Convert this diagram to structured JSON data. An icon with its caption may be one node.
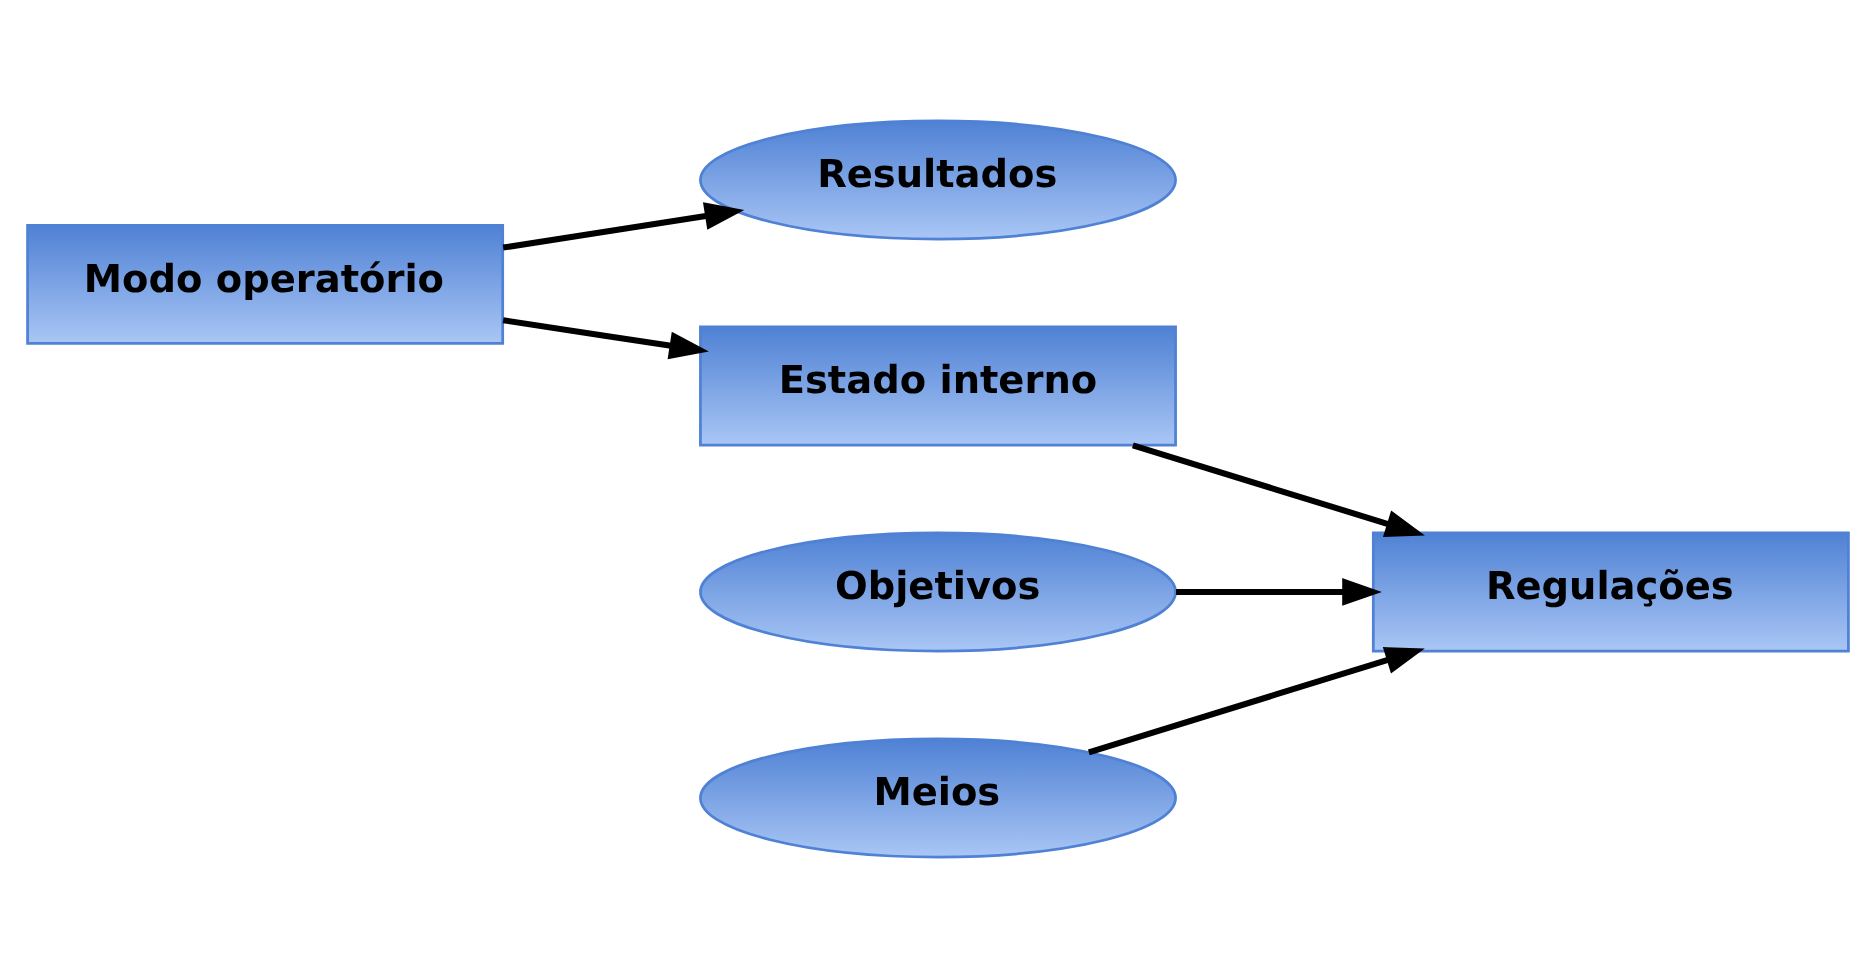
{
  "diagram": {
    "nodes": [
      {
        "text": [
          "Resultados"
        ]
      },
      {
        "text": [
          "Objetivos"
        ]
      },
      {
        "text": [
          "Meios"
        ]
      },
      {
        "text": [
          "Regulações"
        ]
      },
      {
        "text": [
          "Modo operatório"
        ]
      },
      {
        "text": [
          "Estado interno"
        ]
      }
    ],
    "edges": [
      {
        "from": 1,
        "to": 3,
        "arrow": "to"
      },
      {
        "from": 2,
        "to": 3,
        "arrow": "to"
      },
      {
        "from": 5,
        "to": 3,
        "arrow": "to"
      },
      {
        "from": 4,
        "to": 0,
        "arrow": "to"
      },
      {
        "from": 4,
        "to": 5,
        "arrow": "to"
      }
    ]
  }
}
